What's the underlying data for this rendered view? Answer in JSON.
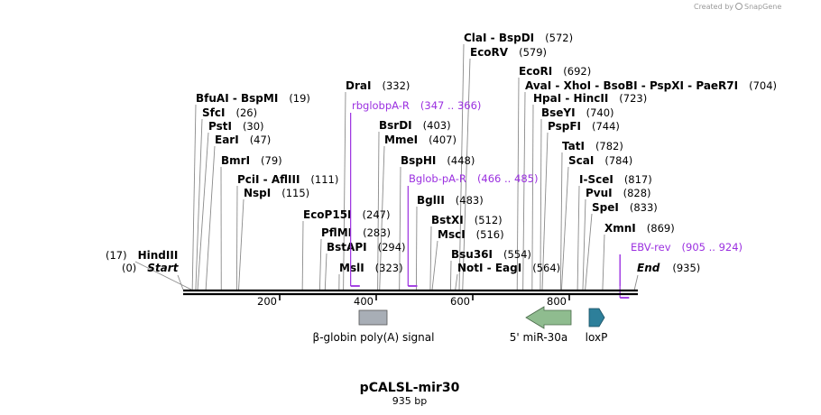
{
  "credit": {
    "text": "Created by",
    "brand": "SnapGene"
  },
  "plasmid": {
    "name": "pCALSL-mir30",
    "length_label": "935 bp"
  },
  "ticks": [
    "200",
    "400",
    "600",
    "800"
  ],
  "ends": {
    "start_label": "Start",
    "start_pos": "(0)",
    "end_label": "End",
    "end_pos": "(935)"
  },
  "sites": [
    {
      "names": [
        "HindIII"
      ],
      "pos": "(17)"
    },
    {
      "names": [
        "BfuAI",
        "BspMI"
      ],
      "pos": "(19)"
    },
    {
      "names": [
        "SfcI"
      ],
      "pos": "(26)"
    },
    {
      "names": [
        "PstI"
      ],
      "pos": "(30)"
    },
    {
      "names": [
        "EarI"
      ],
      "pos": "(47)"
    },
    {
      "names": [
        "BmrI"
      ],
      "pos": "(79)"
    },
    {
      "names": [
        "PciI",
        "AflIII"
      ],
      "pos": "(111)"
    },
    {
      "names": [
        "NspI"
      ],
      "pos": "(115)"
    },
    {
      "names": [
        "EcoP15I"
      ],
      "pos": "(247)"
    },
    {
      "names": [
        "PflMI"
      ],
      "pos": "(283)"
    },
    {
      "names": [
        "BstAPI"
      ],
      "pos": "(294)"
    },
    {
      "names": [
        "MslI"
      ],
      "pos": "(323)"
    },
    {
      "names": [
        "DraI"
      ],
      "pos": "(332)"
    },
    {
      "names": [
        "BsrDI"
      ],
      "pos": "(403)"
    },
    {
      "names": [
        "MmeI"
      ],
      "pos": "(407)"
    },
    {
      "names": [
        "BspHI"
      ],
      "pos": "(448)"
    },
    {
      "names": [
        "BglII"
      ],
      "pos": "(483)"
    },
    {
      "names": [
        "BstXI"
      ],
      "pos": "(512)"
    },
    {
      "names": [
        "MscI"
      ],
      "pos": "(516)"
    },
    {
      "names": [
        "Bsu36I"
      ],
      "pos": "(554)"
    },
    {
      "names": [
        "NotI",
        "EagI"
      ],
      "pos": "(564)"
    },
    {
      "names": [
        "ClaI",
        "BspDI"
      ],
      "pos": "(572)"
    },
    {
      "names": [
        "EcoRV"
      ],
      "pos": "(579)"
    },
    {
      "names": [
        "EcoRI"
      ],
      "pos": "(692)"
    },
    {
      "names": [
        "AvaI",
        "XhoI",
        "BsoBI",
        "PspXI",
        "PaeR7I"
      ],
      "pos": "(704)"
    },
    {
      "names": [
        "HpaI",
        "HincII"
      ],
      "pos": "(723)"
    },
    {
      "names": [
        "BseYI"
      ],
      "pos": "(740)"
    },
    {
      "names": [
        "PspFI"
      ],
      "pos": "(744)"
    },
    {
      "names": [
        "TatI"
      ],
      "pos": "(782)"
    },
    {
      "names": [
        "ScaI"
      ],
      "pos": "(784)"
    },
    {
      "names": [
        "I-SceI"
      ],
      "pos": "(817)"
    },
    {
      "names": [
        "PvuI"
      ],
      "pos": "(828)"
    },
    {
      "names": [
        "SpeI"
      ],
      "pos": "(833)"
    },
    {
      "names": [
        "XmnI"
      ],
      "pos": "(869)"
    }
  ],
  "primers": [
    {
      "name": "rbglobpA-R",
      "range": "(347 .. 366)"
    },
    {
      "name": "Bglob-pA-R",
      "range": "(466 .. 485)"
    },
    {
      "name": "EBV-rev",
      "range": "(905 .. 924)"
    }
  ],
  "features": [
    {
      "name": "β-globin poly(A) signal",
      "color": "#a8aeb6"
    },
    {
      "name": "5' miR-30a",
      "color": "#8fbc8f"
    },
    {
      "name": "loxP",
      "color": "#2d7f9a"
    }
  ],
  "colors": {
    "primer": "#9b30e0",
    "backbone": "#000000",
    "site_line": "#8a8a8a"
  }
}
